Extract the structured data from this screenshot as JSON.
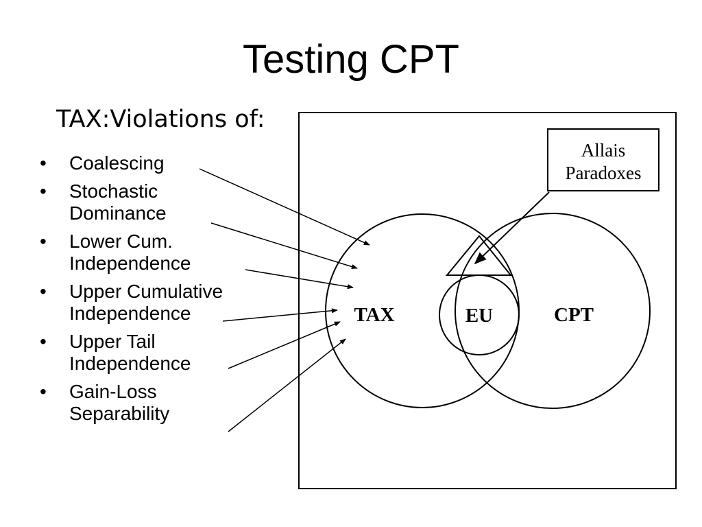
{
  "slide": {
    "title": "Testing CPT",
    "subtitle": "TAX:Violations of:",
    "bullet_marker": "•",
    "bullets": [
      "Coalescing",
      "Stochastic Dominance",
      "Lower Cum. Independence",
      "Upper Cumulative Independence",
      "Upper Tail Independence",
      "Gain-Loss Separability"
    ]
  },
  "diagram": {
    "box_label_line1": "Allais",
    "box_label_line2": "Paradoxes",
    "set_tax": "TAX",
    "set_eu": "EU",
    "set_cpt": "CPT"
  }
}
